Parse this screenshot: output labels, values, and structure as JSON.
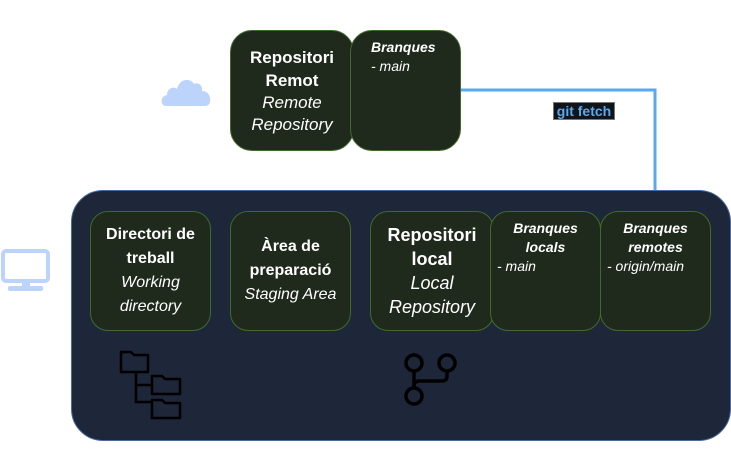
{
  "remote": {
    "icon": "cloud-icon",
    "title_line1": "Repositori",
    "title_line2": "Remot",
    "subtitle_line1": "Remote",
    "subtitle_line2": "Repository",
    "branches": {
      "header": "Branques",
      "items": [
        "- main"
      ]
    }
  },
  "arrow": {
    "label": "git fetch",
    "color": "#5aa9ef"
  },
  "local": {
    "icon": "computer-icon",
    "working_directory": {
      "title_line1": "Directori de",
      "title_line2": "treball",
      "subtitle_line1": "Working",
      "subtitle_line2": "directory",
      "icon": "folder-tree-icon"
    },
    "staging_area": {
      "title_line1": "Àrea de",
      "title_line2": "preparació",
      "subtitle": "Staging Area"
    },
    "local_repository": {
      "title_line1": "Repositori",
      "title_line2": "local",
      "subtitle_line1": "Local",
      "subtitle_line2": "Repository",
      "icon": "git-branch-icon"
    },
    "local_branches": {
      "header_line1": "Branques",
      "header_line2": "locals",
      "items": [
        "- main"
      ]
    },
    "remote_branches": {
      "header_line1": "Branques",
      "header_line2": "remotes",
      "items": [
        "- origin/main"
      ]
    }
  },
  "colors": {
    "box_fill": "#1f2a1c",
    "box_border": "#3e6b2c",
    "container_fill": "#1e2639",
    "icon_light": "#bcd4fb"
  }
}
